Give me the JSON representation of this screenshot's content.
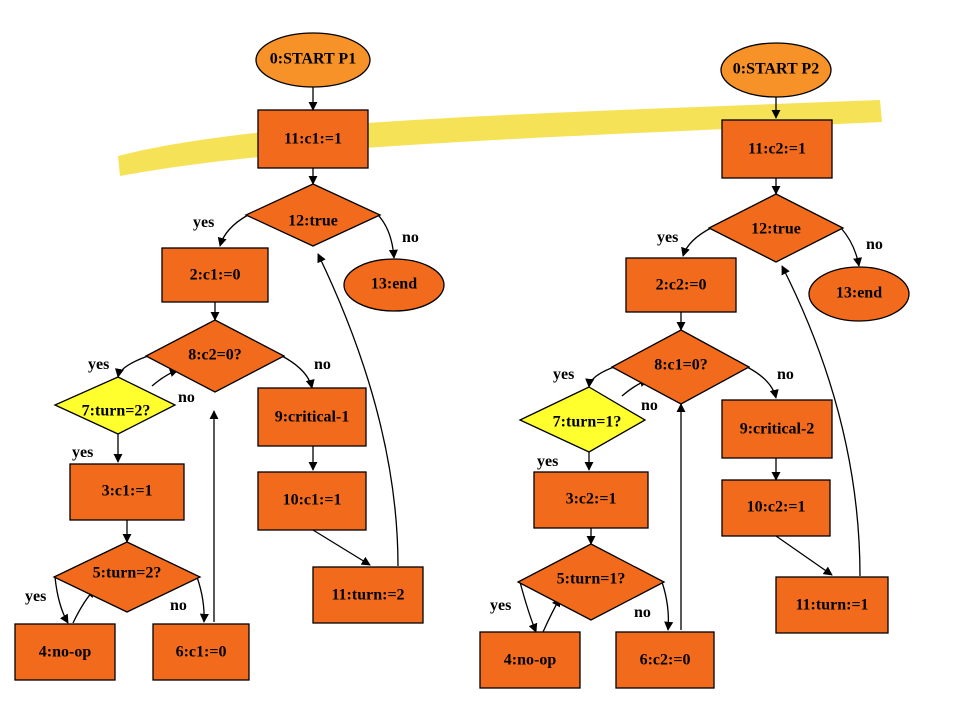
{
  "colors": {
    "process": "#f26b1d",
    "start": "#f79229",
    "highlight": "#ffff2e",
    "outline": "#000000",
    "text": "#000000",
    "stroke": "#f4e04d"
  },
  "p1": {
    "start": "0:START P1",
    "n11": "11:c1:=1",
    "n12": "12:true",
    "n13": "13:end",
    "n2": "2:c1:=0",
    "n8": "8:c2=0?",
    "n7": "7:turn=2?",
    "n3": "3:c1:=1",
    "n5": "5:turn=2?",
    "n4": "4:no-op",
    "n6": "6:c1:=0",
    "n9": "9:critical-1",
    "n10": "10:c1:=1",
    "n11b": "11:turn:=2",
    "yes12": "yes",
    "no12": "no",
    "yes8": "yes",
    "no8": "no",
    "no7": "no",
    "yes7": "yes",
    "yes5": "yes",
    "no5": "no"
  },
  "p2": {
    "start": "0:START P2",
    "n11": "11:c2:=1",
    "n12": "12:true",
    "n13": "13:end",
    "n2": "2:c2:=0",
    "n8": "8:c1=0?",
    "n7": "7:turn=1?",
    "n3": "3:c2:=1",
    "n5": "5:turn=1?",
    "n4": "4:no-op",
    "n6": "6:c2:=0",
    "n9": "9:critical-2",
    "n10": "10:c2:=1",
    "n11b": "11:turn:=1",
    "yes12": "yes",
    "no12": "no",
    "yes8": "yes",
    "no8": "no",
    "no7": "no",
    "yes7": "yes",
    "yes5": "yes",
    "no5": "no"
  }
}
